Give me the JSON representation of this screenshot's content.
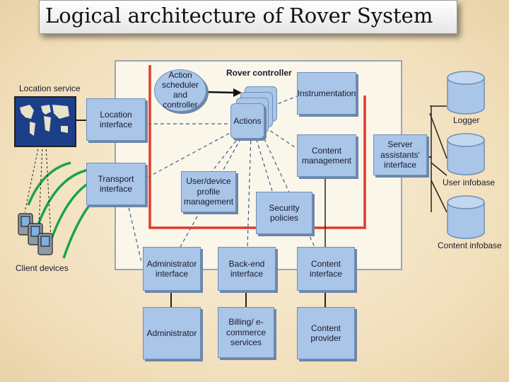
{
  "title": "Logical architecture of Rover System",
  "colors": {
    "box_fill": "#a9c5e8",
    "box_border": "#6f8fb8",
    "red_line": "#e03a2c",
    "green_waves": "#1aa34a",
    "background": "#f5e6c8"
  },
  "diagram": {
    "rover_controller_label": "Rover controller",
    "action_scheduler": "Action scheduler and controller",
    "actions": "Actions",
    "instrumentation": "Instrumentation",
    "location_interface": "Location interface",
    "transport_interface": "Transport interface",
    "user_device_profile": "User/device profile management",
    "content_management": "Content management",
    "server_assistants": "Server assistants' interface",
    "security_policies": "Security policies",
    "administrator_interface": "Administrator interface",
    "backend_interface": "Back-end interface",
    "content_interface": "Content interface",
    "administrator": "Administrator",
    "billing": "Billing/ e-commerce services",
    "content_provider": "Content provider",
    "location_service": "Location service",
    "client_devices": "Client devices",
    "logger": "Logger",
    "user_infobase": "User infobase",
    "content_infobase": "Content infobase"
  }
}
